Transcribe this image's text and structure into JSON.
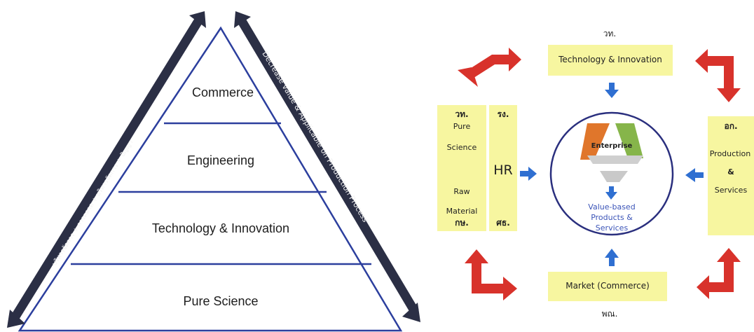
{
  "pyramid": {
    "tiers": [
      "Commerce",
      "Engineering",
      "Technology & Innovation",
      "Pure Science"
    ],
    "left_arrow_text": "บริหารจัดการ + การตลาด + บริหารจัดการ + ปัญญา",
    "right_arrow_text": "Decrease value & Applicable on Production Process"
  },
  "ecosystem": {
    "top_code": "วท.",
    "top_box": "Technology & Innovation",
    "left_box_1_code": "วท.",
    "left_box_1_lines": [
      "Pure",
      "Science"
    ],
    "left_box_1_bottom_lines": [
      "Raw",
      "Material"
    ],
    "left_box_1_bottom_code": "กษ.",
    "left_box_2_code": "รง.",
    "left_box_2_main": "HR",
    "left_box_2_bottom_code": "ศธ.",
    "center_title": "Enterprise",
    "center_lines": [
      "Value-based",
      "Products &",
      "Services"
    ],
    "right_code": "อก.",
    "right_lines": [
      "Production",
      "&",
      "Services"
    ],
    "bottom_box": "Market (Commerce)",
    "bottom_code": "พณ."
  },
  "colors": {
    "pyramid_line": "#2c3f9e",
    "dark_arrow": "#2b2f45",
    "red_arrow": "#d8322b",
    "blue_arrow": "#2f6fd1",
    "box_fill": "#f7f6a0",
    "circle_stroke": "#2a2f7e"
  }
}
